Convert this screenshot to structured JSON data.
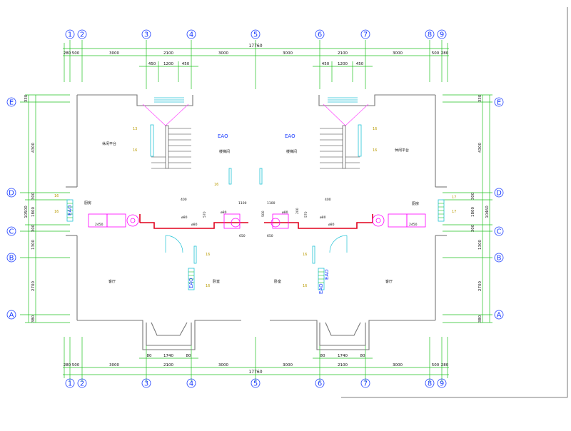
{
  "drawing": {
    "axes_top": [
      "1",
      "2",
      "3",
      "4",
      "5",
      "6",
      "7",
      "8",
      "9"
    ],
    "axes_side": [
      "E",
      "D",
      "C",
      "B",
      "A"
    ],
    "overall_width": "17760",
    "top_dims": [
      "280",
      "500",
      "3000",
      "2100",
      "3000",
      "3000",
      "2100",
      "3000",
      "500",
      "280"
    ],
    "top_sub_dims_left": [
      "450",
      "1200",
      "450"
    ],
    "top_sub_dims_right": [
      "450",
      "1200",
      "450"
    ],
    "bottom_dims": [
      "280",
      "500",
      "3000",
      "2100",
      "3000",
      "3000",
      "2100",
      "3000",
      "500",
      "280"
    ],
    "bottom_sub_dims_left": [
      "80",
      "1740",
      "80"
    ],
    "bottom_sub_dims_right": [
      "80",
      "1740",
      "80"
    ],
    "left_dims": [
      "330",
      "4300",
      "300",
      "1800",
      "300",
      "1300",
      "2700",
      "380"
    ],
    "left_total": "10500",
    "right_dims": [
      "330",
      "4300",
      "300",
      "1800",
      "300",
      "1300",
      "2700",
      "380"
    ],
    "right_total": "10460",
    "eao_label": "EAO",
    "room_labels": {
      "balcony_left": "休闲平台",
      "balcony_right": "休闲平台",
      "room_top_left": "楼梯间",
      "room_top_right": "楼梯间",
      "kitchen_left": "厨房",
      "kitchen_right": "厨房",
      "bedroom_left": "卧室",
      "bedroom_right": "卧室",
      "living_left": "客厅",
      "living_right": "客厅"
    },
    "pipe_tags": [
      "ø80",
      "ø80",
      "ø80",
      "ø80",
      "ø80",
      "ø80"
    ],
    "pipe_dims": [
      "400",
      "1100",
      "1100",
      "400",
      "570",
      "570",
      "650",
      "650",
      "2450",
      "2450",
      "500",
      "200"
    ],
    "yellow_tags": [
      "13",
      "16",
      "16",
      "16",
      "16",
      "16",
      "17",
      "17",
      "16",
      "16",
      "16",
      "16",
      "16"
    ]
  }
}
